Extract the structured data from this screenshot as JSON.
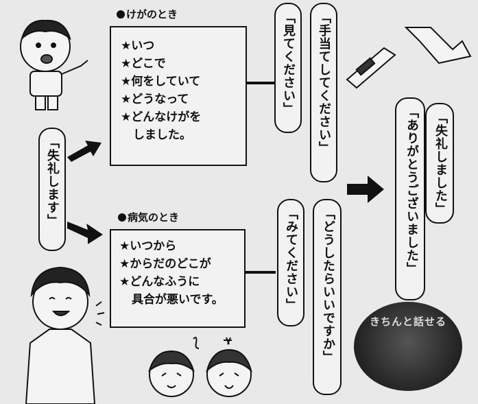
{
  "injury": {
    "title": "けがのとき",
    "items": [
      "★いつ",
      "★どこで",
      "★何をしていて",
      "★どうなって",
      "★どんなけがを",
      "しました。"
    ],
    "phrase_see": "「見てください」",
    "phrase_treat": "「手当てしてください」"
  },
  "illness": {
    "title": "病気のとき",
    "items": [
      "★いつから",
      "★からだのどこが",
      "★どんなふうに",
      "具合が悪いです。"
    ],
    "phrase_see": "「みてください」",
    "phrase_what": "「どうしたらいいですか」"
  },
  "enter_phrase": "「失礼します」",
  "thanks_phrase": "「ありがとうございました」",
  "leave_phrase": "「失礼しました」",
  "stamp_text": "きちんと話せる"
}
